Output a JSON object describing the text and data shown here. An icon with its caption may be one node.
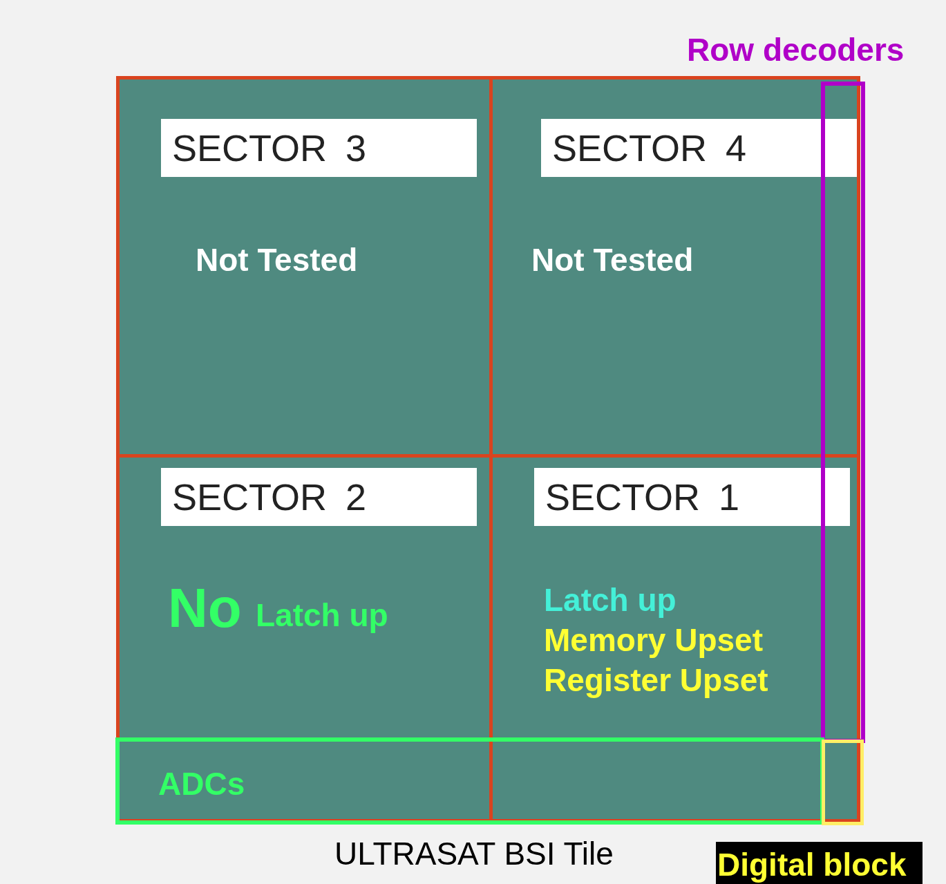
{
  "diagram": {
    "caption": "ULTRASAT BSI Tile",
    "nodes": [
      {
        "text": [],
        "shape": "box"
      },
      {
        "text": [
          "SECTOR 3",
          "Not Tested"
        ],
        "in": 0
      },
      {
        "text": [
          "SECTOR 4",
          "Not Tested"
        ],
        "in": 0
      },
      {
        "text": [
          "SECTOR 2",
          "No",
          "Latch up"
        ],
        "in": 0
      },
      {
        "text": [
          "SECTOR 1",
          "Latch up",
          "Memory Upset",
          "Register Upset"
        ],
        "in": 0
      },
      {
        "text": [
          "Row decoders"
        ],
        "in": 0
      },
      {
        "text": [
          "ADCs"
        ],
        "in": 0
      },
      {
        "text": [
          "Digital block"
        ]
      }
    ],
    "edges": []
  }
}
